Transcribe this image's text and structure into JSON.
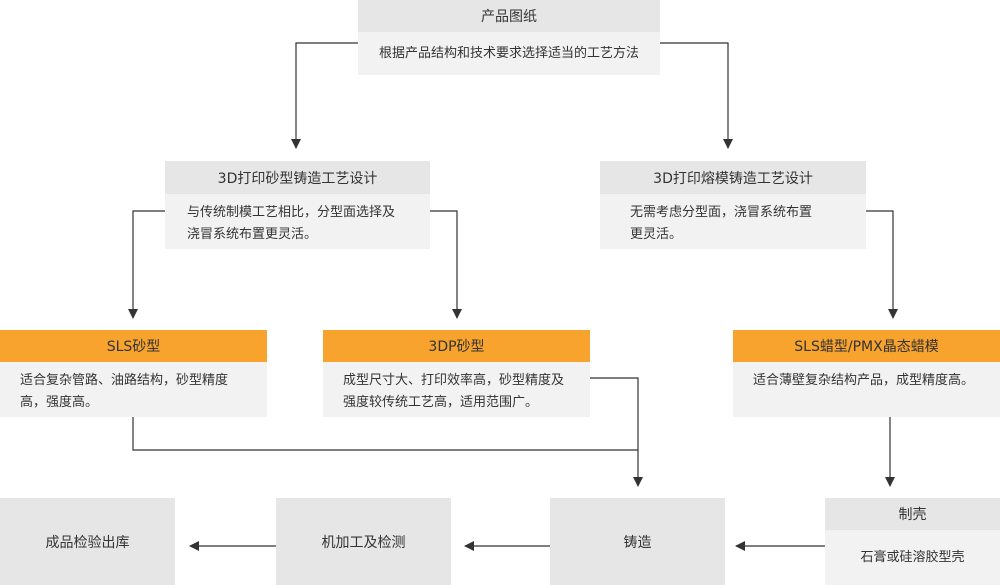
{
  "nodes": {
    "product_drawing": {
      "title": "产品图纸",
      "desc": "根据产品结构和技术要求选择适当的工艺方法"
    },
    "sand_design": {
      "title": "3D打印砂型铸造工艺设计",
      "desc_lines": [
        "与传统制模工艺相比，分型面选择及",
        "浇冒系统布置更灵活。"
      ]
    },
    "invest_design": {
      "title": "3D打印熔模铸造工艺设计",
      "desc_lines": [
        "无需考虑分型面，浇冒系统布置",
        "更灵活。"
      ]
    },
    "sls_sand": {
      "title": "SLS砂型",
      "desc_lines": [
        "适合复杂管路、油路结构，砂型精度",
        "高，强度高。"
      ]
    },
    "dp_sand": {
      "title": "3DP砂型",
      "desc_lines": [
        "成型尺寸大、打印效率高，砂型精度及",
        "强度较传统工艺高，适用范围广。"
      ]
    },
    "sls_wax": {
      "title": "SLS蜡型/PMX晶态蜡模",
      "desc_lines": [
        "适合薄壁复杂结构产品，成型精度高。"
      ]
    },
    "shell": {
      "title": "制壳",
      "desc": "石膏或硅溶胶型壳"
    },
    "casting": {
      "title": "铸造"
    },
    "machining": {
      "title": "机加工及检测"
    },
    "finished": {
      "title": "成品检验出库"
    }
  },
  "colors": {
    "orange": "#f7a32e",
    "header_gray": "#e6e6e6",
    "body_gray": "#f2f2f2",
    "line": "#333333"
  }
}
